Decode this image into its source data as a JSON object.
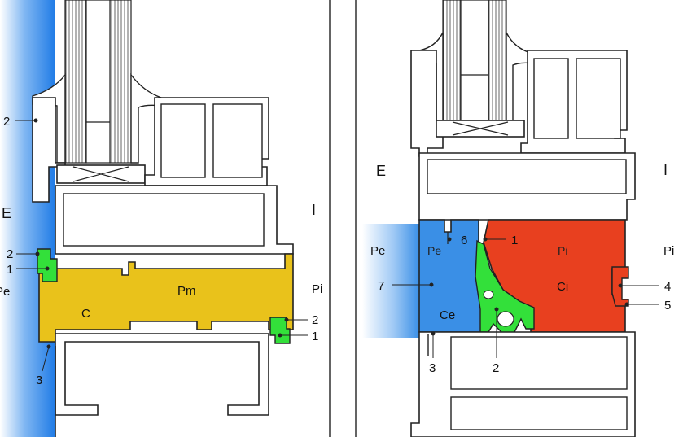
{
  "left_panel": {
    "E": "E",
    "I": "I",
    "Pe": "Pe",
    "Pi": "Pi",
    "Pm": "Pm",
    "C": "C",
    "callouts": {
      "top_2": "2",
      "green_2": "2",
      "green_1": "1",
      "bottom_3": "3",
      "right_2": "2",
      "right_1": "1"
    }
  },
  "right_panel": {
    "E": "E",
    "I": "I",
    "Pe_outer": "Pe",
    "Pe_inner": "Pe",
    "Pi_chamber": "Pi",
    "Pi_outer": "Pi",
    "Ce": "Ce",
    "Ci": "Ci",
    "callouts": {
      "c6": "6",
      "c1": "1",
      "c7": "7",
      "c4": "4",
      "c5": "5",
      "c3": "3",
      "c2": "2"
    }
  },
  "colors": {
    "exterior_blue": "#2f86e8",
    "pressure_chamber_yellow": "#e9c21b",
    "gasket_green": "#33e03a",
    "interior_red": "#e8401f",
    "exterior_chamber_blue": "#3a8fe6",
    "profile_outline": "#222222"
  }
}
